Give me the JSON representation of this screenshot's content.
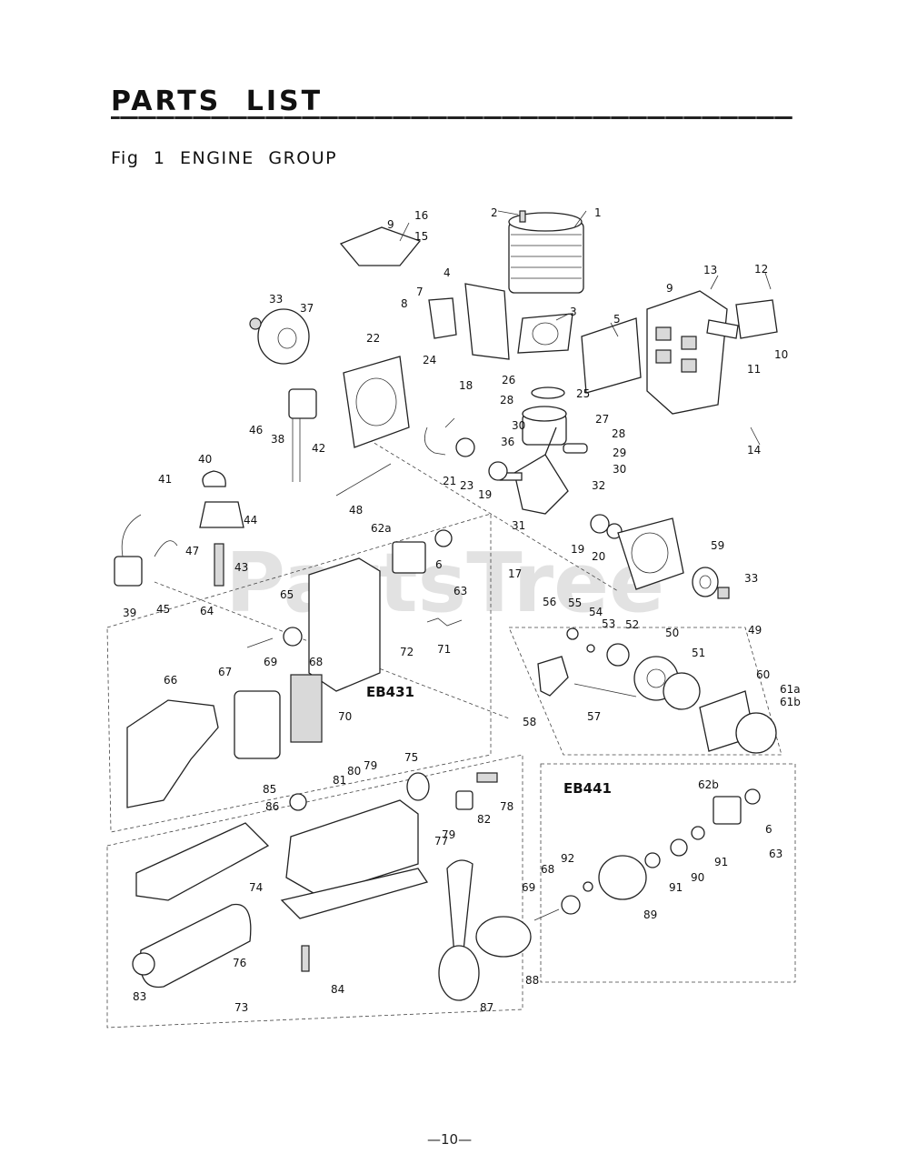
{
  "page": {
    "title": "PARTS LIST",
    "subtitle": "Fig 1 ENGINE GROUP",
    "page_number": "—10—"
  },
  "watermark": "PartsTree",
  "groups": {
    "eb431": "EB431",
    "eb441": "EB441"
  },
  "callouts": {
    "c1": "1",
    "c2": "2",
    "c3": "3",
    "c4": "4",
    "c5": "5",
    "c6a": "6",
    "c6b": "6",
    "c7": "7",
    "c8": "8",
    "c9a": "9",
    "c9b": "9",
    "c10": "10",
    "c11": "11",
    "c12": "12",
    "c13": "13",
    "c14": "14",
    "c15": "15",
    "c16": "16",
    "c17": "17",
    "c18": "18",
    "c19a": "19",
    "c19b": "19",
    "c20": "20",
    "c21": "21",
    "c22": "22",
    "c23": "23",
    "c24": "24",
    "c25": "25",
    "c26": "26",
    "c27": "27",
    "c28a": "28",
    "c28b": "28",
    "c29": "29",
    "c30a": "30",
    "c30b": "30",
    "c31": "31",
    "c32": "32",
    "c33a": "33",
    "c33b": "33",
    "c36": "36",
    "c37": "37",
    "c38": "38",
    "c39": "39",
    "c40": "40",
    "c41": "41",
    "c42": "42",
    "c43": "43",
    "c44": "44",
    "c45": "45",
    "c46": "46",
    "c47": "47",
    "c48": "48",
    "c49": "49",
    "c50": "50",
    "c51": "51",
    "c52": "52",
    "c53": "53",
    "c54": "54",
    "c55": "55",
    "c56": "56",
    "c57": "57",
    "c58": "58",
    "c59": "59",
    "c60": "60",
    "c61a": "61a",
    "c61b": "61b",
    "c62a": "62a",
    "c62b": "62b",
    "c63a": "63",
    "c63b": "63",
    "c64": "64",
    "c65": "65",
    "c66": "66",
    "c67": "67",
    "c68a": "68",
    "c68b": "68",
    "c69a": "69",
    "c69b": "69",
    "c70": "70",
    "c71": "71",
    "c72": "72",
    "c73": "73",
    "c74": "74",
    "c75": "75",
    "c76": "76",
    "c77": "77",
    "c78": "78",
    "c79a": "79",
    "c79b": "79",
    "c80": "80",
    "c81": "81",
    "c82": "82",
    "c83": "83",
    "c84": "84",
    "c85": "85",
    "c86": "86",
    "c87": "87",
    "c88": "88",
    "c89": "89",
    "c90": "90",
    "c91a": "91",
    "c91b": "91",
    "c92": "92"
  }
}
